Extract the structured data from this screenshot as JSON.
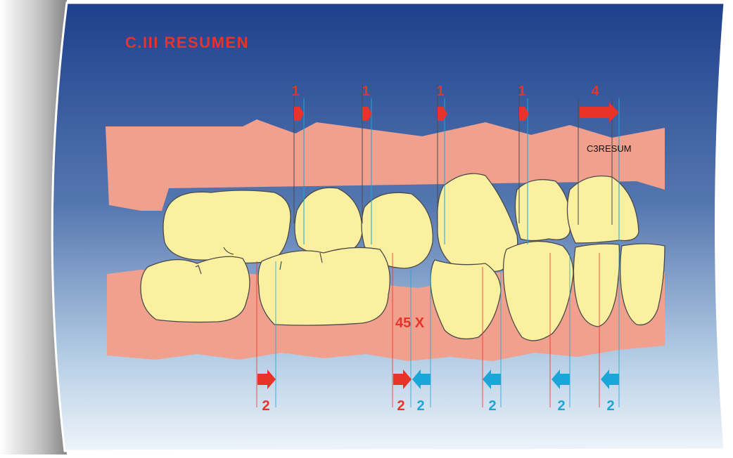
{
  "slide": {
    "title": "C.III  RESUMEN",
    "code_label": "C3RESUM",
    "magnification": "45 X"
  },
  "upper_arrows": [
    {
      "label": "1",
      "direction": "right",
      "color": "red"
    },
    {
      "label": "1",
      "direction": "right",
      "color": "red"
    },
    {
      "label": "1",
      "direction": "right",
      "color": "red"
    },
    {
      "label": "1",
      "direction": "right",
      "color": "red"
    },
    {
      "label": "4",
      "direction": "right",
      "color": "red"
    }
  ],
  "lower_arrows": [
    {
      "label": "2",
      "direction": "right",
      "color": "red"
    },
    {
      "label": "2",
      "direction": "right",
      "color": "red"
    },
    {
      "label": "2",
      "direction": "left",
      "color": "cyan"
    },
    {
      "label": "2",
      "direction": "left",
      "color": "cyan"
    },
    {
      "label": "2",
      "direction": "left",
      "color": "cyan"
    },
    {
      "label": "2",
      "direction": "left",
      "color": "cyan"
    }
  ],
  "colors": {
    "background_top": "#1f3f8c",
    "background_bottom": "#e8f1f9",
    "gum": "#f0a08c",
    "tooth": "#fbf0a0",
    "red": "#e8332b",
    "cyan": "#1aa6d8"
  }
}
